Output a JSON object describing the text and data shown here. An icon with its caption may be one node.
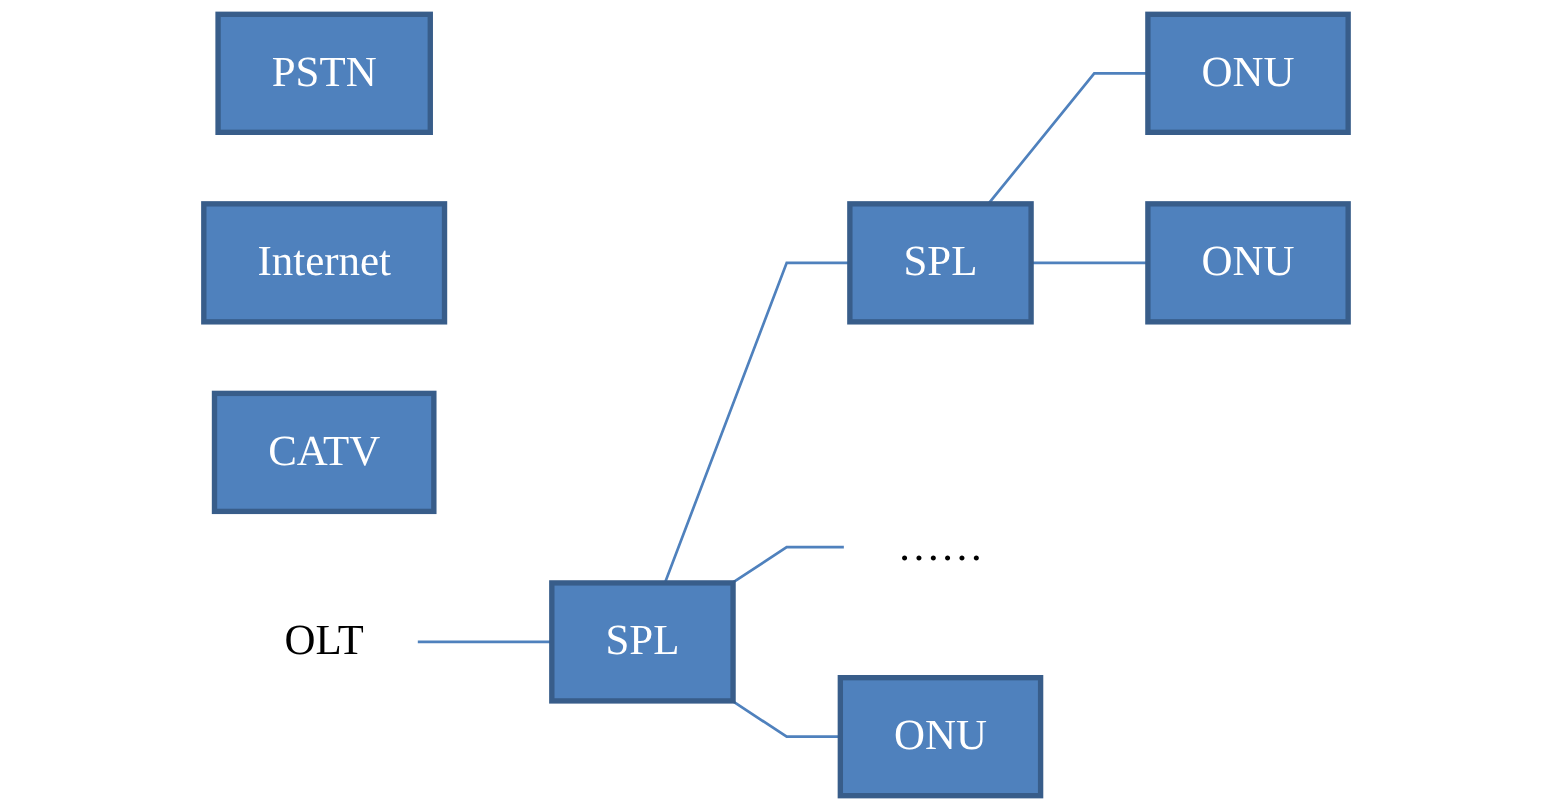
{
  "diagram": {
    "nodes": [
      {
        "text": [
          "PSTN"
        ]
      },
      {
        "text": [
          "Internet"
        ]
      },
      {
        "text": [
          "CATV"
        ]
      },
      {
        "text": [
          "OLT"
        ]
      },
      {
        "text": [
          "SPL"
        ]
      },
      {
        "text": [
          "SPL"
        ]
      },
      {
        "text": [
          "ONU"
        ]
      },
      {
        "text": [
          "ONU"
        ]
      },
      {
        "text": [
          "……"
        ]
      },
      {
        "text": [
          "ONU"
        ]
      }
    ],
    "edges": [
      {
        "from": 3,
        "to": 4,
        "arrow": "none"
      },
      {
        "from": 4,
        "to": 5,
        "arrow": "none"
      },
      {
        "from": 4,
        "to": 8,
        "arrow": "none"
      },
      {
        "from": 4,
        "to": 9,
        "arrow": "none"
      },
      {
        "from": 5,
        "to": 6,
        "arrow": "none"
      },
      {
        "from": 5,
        "to": 7,
        "arrow": "none"
      }
    ]
  }
}
